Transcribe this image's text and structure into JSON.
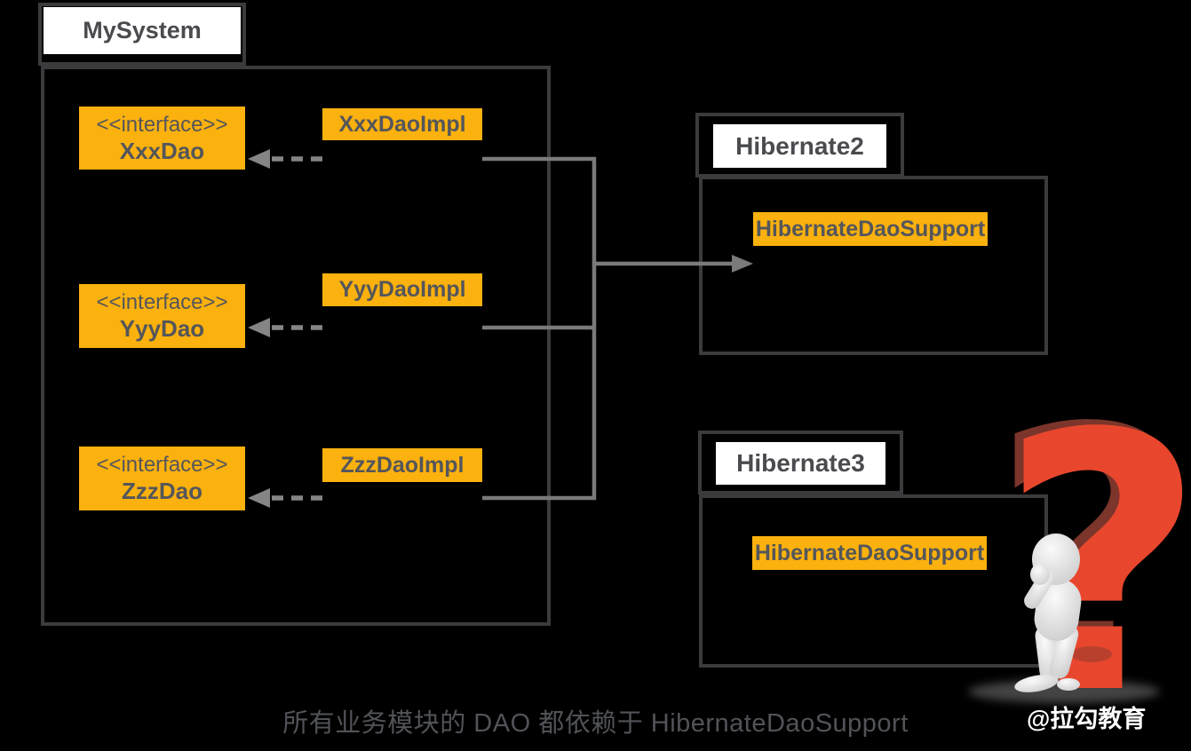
{
  "colors": {
    "background": "#000000",
    "accent_orange": "#FBB10E",
    "package_border": "#3B3B3D",
    "package_label_bg": "#FFFFFF",
    "connector_gray": "#7A7A7A",
    "dashed_arrow_gray": "#858585",
    "box_text": "#54565A",
    "title_text": "#4A4B4E",
    "caption_text": "#515358",
    "question_mark_red": "#E8472E",
    "question_mark_shadow": "#7B352A",
    "figure_white": "#ECECEC"
  },
  "packages": {
    "mysystem": {
      "label": "MySystem"
    },
    "hibernate2": {
      "label": "Hibernate2",
      "class_name": "HibernateDaoSupport"
    },
    "hibernate3": {
      "label": "Hibernate3",
      "class_name": "HibernateDaoSupport"
    }
  },
  "rows": [
    {
      "stereotype": "<<interface>>",
      "interface_name": "XxxDao",
      "impl_name": "XxxDaoImpl"
    },
    {
      "stereotype": "<<interface>>",
      "interface_name": "YyyDao",
      "impl_name": "YyyDaoImpl"
    },
    {
      "stereotype": "<<interface>>",
      "interface_name": "ZzzDao",
      "impl_name": "ZzzDaoImpl"
    }
  ],
  "caption": "所有业务模块的 DAO 都依赖于 HibernateDaoSupport",
  "watermark": "@拉勾教育",
  "icons": {
    "question_mark": "?"
  }
}
